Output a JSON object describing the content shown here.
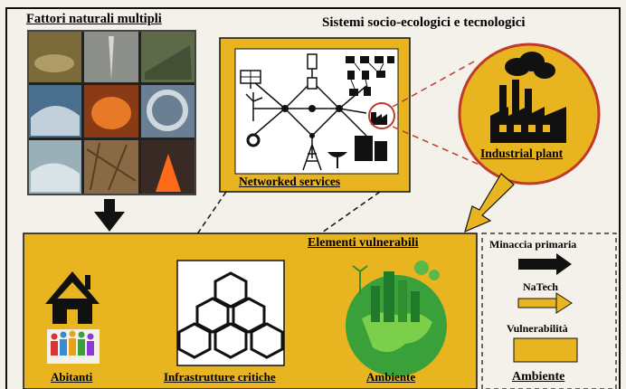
{
  "titles": {
    "natural_factors": "Fattori naturali multipli",
    "system": "Sistemi socio-ecologici e tecnologici",
    "networked_services": "Networked services",
    "industrial_plant": "Industrial plant",
    "vulnerable_elements": "Elementi vulnerabili"
  },
  "vulnerable": {
    "inhabitants": "Abitanti",
    "critical_infrastructure": "Infrastrutture critiche",
    "environment": "Ambiente"
  },
  "legend": {
    "primary_threat": "Minaccia primaria",
    "natech": "NaTech",
    "vulnerability": "Vulnerabilità",
    "environment": "Ambiente"
  },
  "colors": {
    "gold": "#e8b420",
    "gold_dark": "#c9950c",
    "red": "#c0392b",
    "black": "#111111",
    "green": "#3aa13a"
  },
  "icons": [
    "house-icon",
    "people-icon",
    "cubes-icon",
    "earth-city-icon",
    "factory-icon",
    "network-icon",
    "solar-panel-icon",
    "wind-turbine-icon",
    "tower-icon",
    "satellite-dish-icon"
  ]
}
